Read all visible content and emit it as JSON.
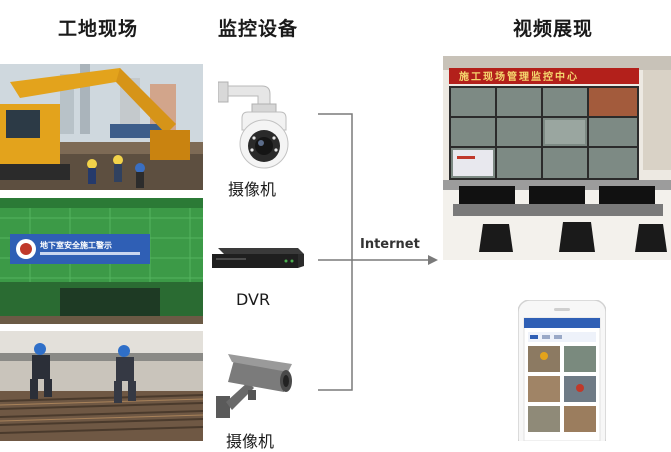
{
  "headings": {
    "site": "工地现场",
    "devices": "监控设备",
    "display": "视频展现"
  },
  "devices": {
    "camera_top": "摄像机",
    "dvr": "DVR",
    "camera_bottom": "摄像机"
  },
  "connection": {
    "label": "Internet"
  },
  "control_room": {
    "banner": "施工现场管理监控中心"
  },
  "site_photo_2": {
    "sign": "地下室安全施工警示"
  },
  "colors": {
    "connector": "#7a7a7a",
    "excavator": "#e3a31c",
    "safety_net": "#2f8f3c",
    "banner_bg": "#2f5fb5",
    "control_banner": "#b3201b"
  }
}
